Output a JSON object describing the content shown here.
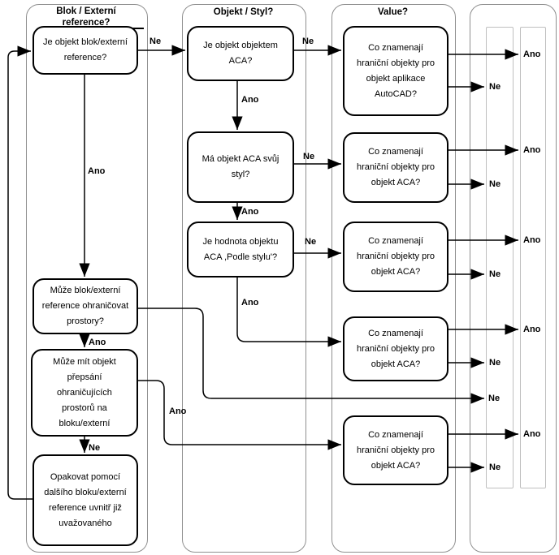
{
  "diagram": {
    "lanes": [
      {
        "title": "Blok / Externí\nreference?"
      },
      {
        "title": "Objekt / Styl?"
      },
      {
        "title": "Value?"
      },
      {
        "title": ""
      }
    ],
    "nodes": {
      "c1b1": {
        "text": "Je objekt blok/externí\nreference?"
      },
      "c1b2": {
        "text": "Může blok/externí\nreference ohraničovat\nprostory?"
      },
      "c1b3": {
        "text": "Může mít objekt\npřepsání\nohraničujících\nprostorů na\nbloku/externí"
      },
      "c1b4": {
        "text": "Opakovat pomocí\ndalšího bloku/externí\nreference uvnitř již\nuvažovaného"
      },
      "c2b1": {
        "text": "Je objekt objektem\nACA?"
      },
      "c2b2": {
        "text": "Má objekt ACA svůj\nstyl?"
      },
      "c2b3": {
        "text": "Je hodnota objektu\nACA ,Podle stylu'?"
      },
      "v1": {
        "text": "Co znamenají\nhraniční objekty pro\nobjekt aplikace\nAutoCAD?"
      },
      "v2": {
        "text": "Co znamenají\nhraniční objekty pro\nobjekt ACA?"
      },
      "v3": {
        "text": "Co znamenají\nhraniční objekty pro\nobjekt ACA?"
      },
      "v4": {
        "text": "Co znamenají\nhraniční objekty pro\nobjekt ACA?"
      },
      "v5": {
        "text": "Co znamenají\nhraniční objekty pro\nobjekt ACA?"
      }
    },
    "labels": {
      "yes": "Ano",
      "no": "Ne"
    },
    "colors": {
      "line": "#000000",
      "lane_border": "#8f8f8f",
      "terminal_border": "#bfbfbf",
      "text": "#000000",
      "background": "#ffffff"
    }
  }
}
